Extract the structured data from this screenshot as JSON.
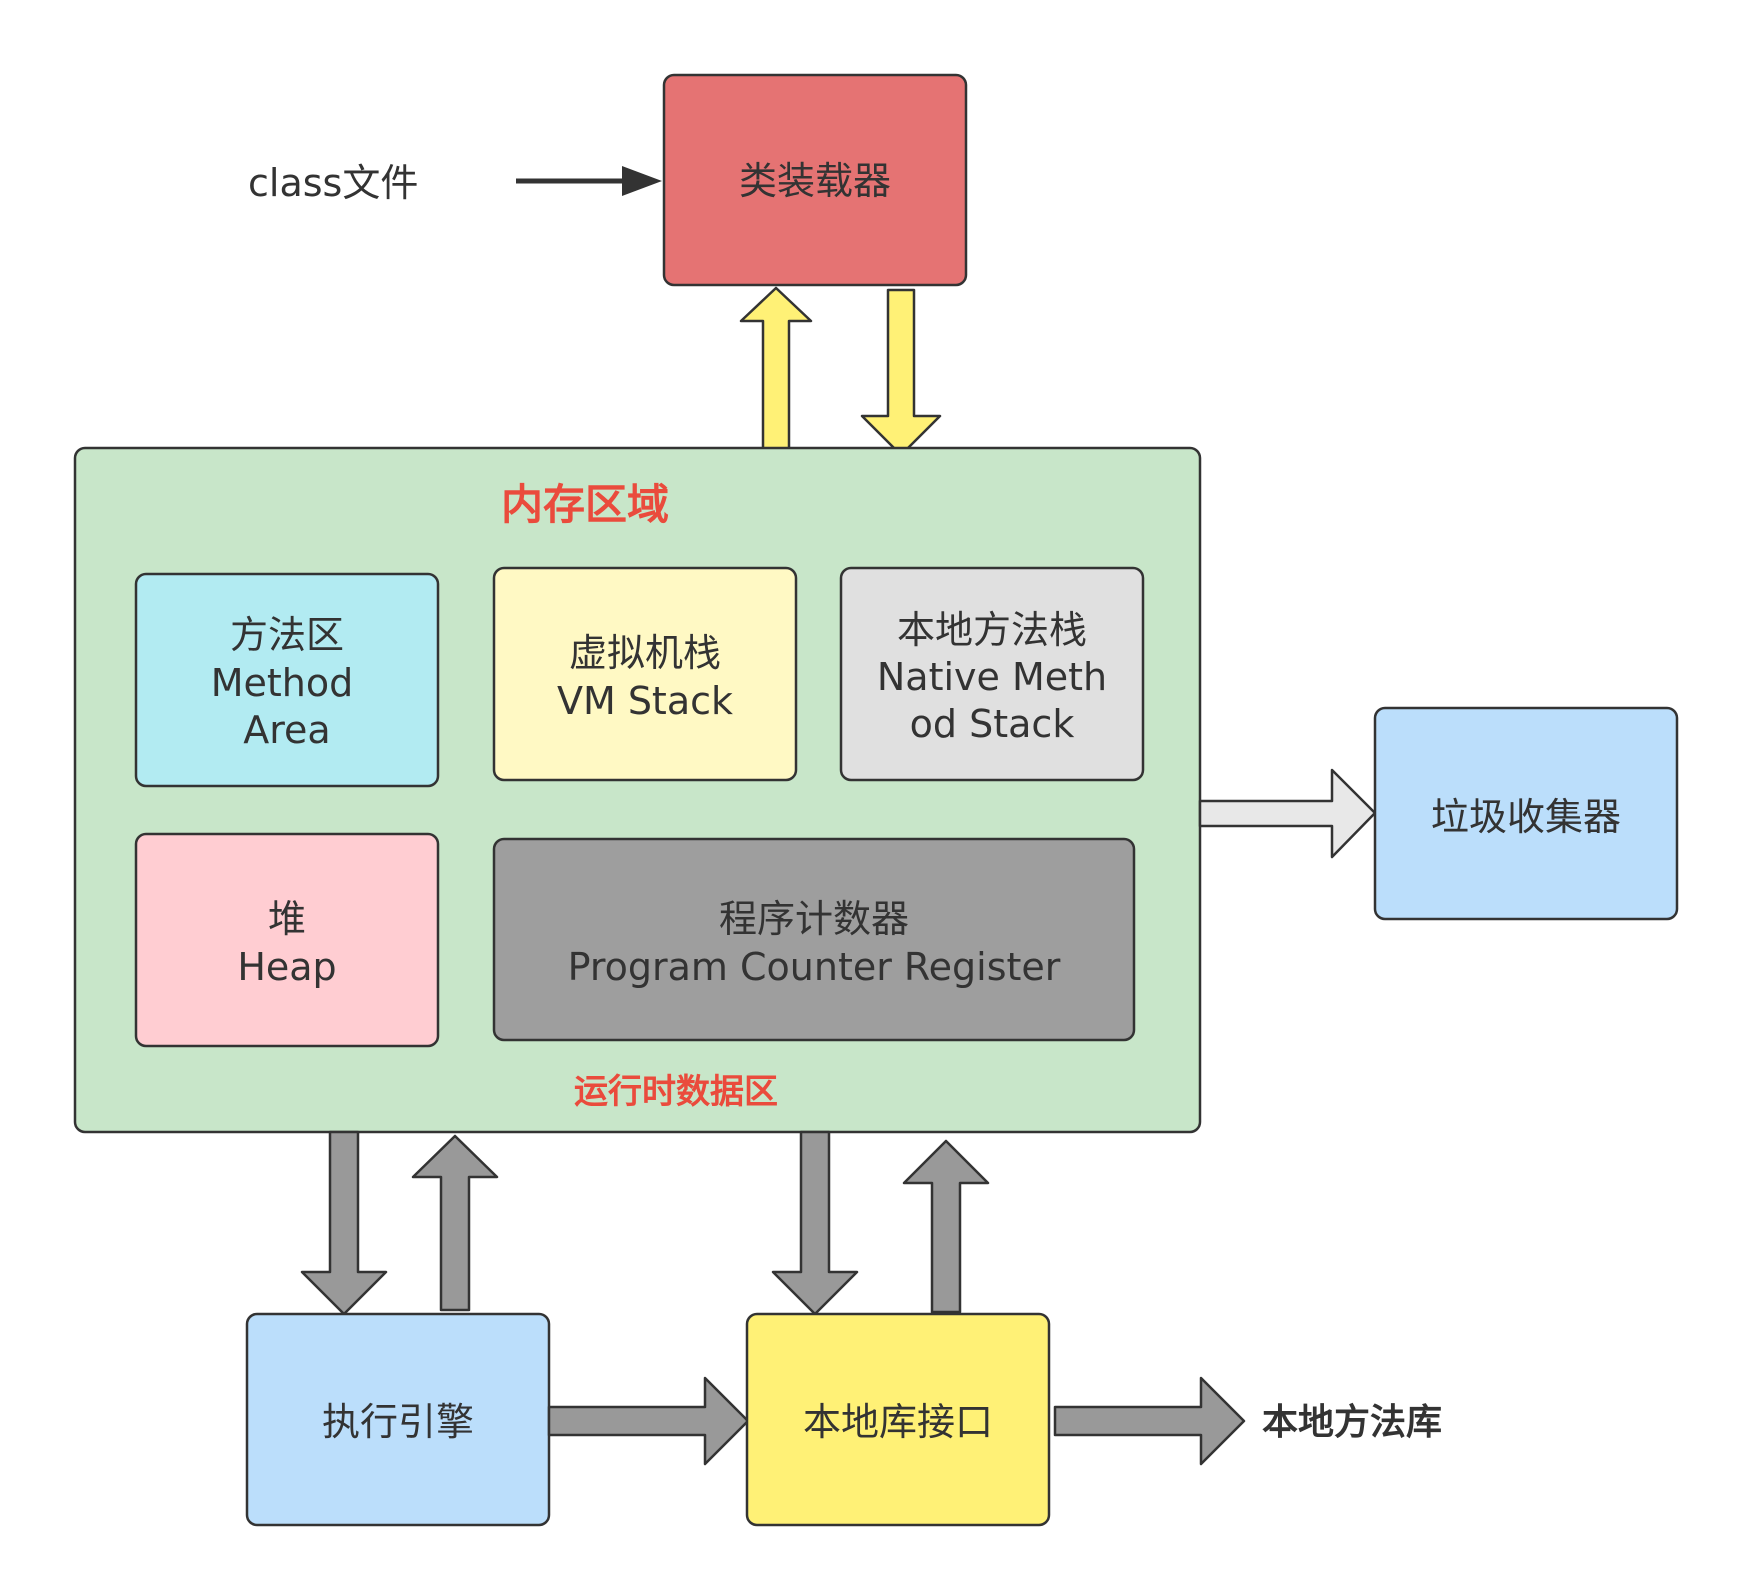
{
  "input_label": "class文件",
  "class_loader": {
    "label": "类装载器"
  },
  "memory_area": {
    "title": "内存区域",
    "subtitle": "运行时数据区",
    "method_area": {
      "lines": [
        "方法区",
        "Method",
        "Area"
      ]
    },
    "vm_stack": {
      "lines": [
        "虚拟机栈",
        "VM Stack"
      ]
    },
    "native_stack": {
      "lines": [
        "本地方法栈",
        "Native Meth",
        "od Stack"
      ]
    },
    "heap": {
      "lines": [
        "堆",
        "Heap"
      ]
    },
    "pc_register": {
      "lines": [
        "程序计数器",
        "Program Counter Register"
      ]
    }
  },
  "gc": {
    "label": "垃圾收集器"
  },
  "exec_engine": {
    "label": "执行引擎"
  },
  "native_interface": {
    "label": "本地库接口"
  },
  "native_library": {
    "label": "本地方法库"
  },
  "colors": {
    "class_loader": "#e57373",
    "memory_area": "#c8e6c9",
    "method_area": "#b2ebf2",
    "vm_stack": "#fff9c4",
    "native_stack": "#e0e0e0",
    "heap": "#ffcdd2",
    "pc_register": "#9e9e9e",
    "gc": "#bbdefb",
    "exec_engine": "#bbdefb",
    "native_interface": "#fff176",
    "yellow_arrow": "#fff176",
    "gray_arrow": "#999999",
    "light_arrow": "#e8e8e8",
    "title_red": "#ea4b3c"
  }
}
